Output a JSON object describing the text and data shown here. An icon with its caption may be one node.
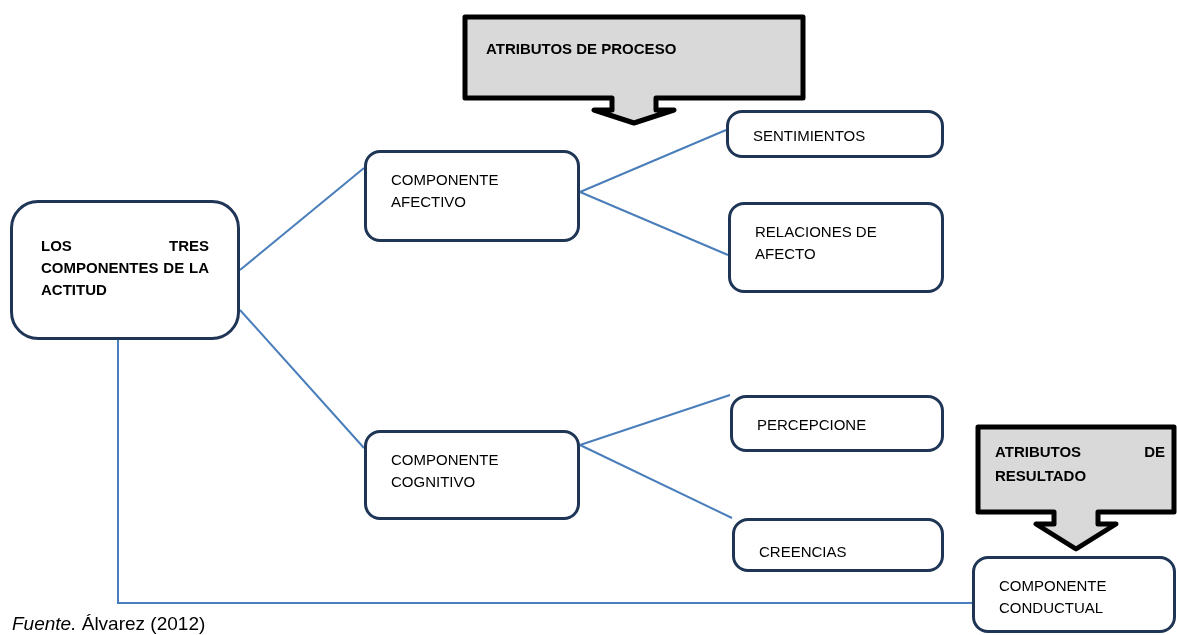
{
  "diagram": {
    "caption": "*Fuente.* Álvarez (2012)",
    "nodes": [
      {
        "text": [
          "LOS TRES COMPONENTES DE LA ACTITUD"
        ]
      },
      {
        "text": [
          "COMPONENTE AFECTIVO"
        ]
      },
      {
        "text": [
          "SENTIMIENTOS"
        ]
      },
      {
        "text": [
          "RELACIONES DE AFECTO"
        ]
      },
      {
        "text": [
          "COMPONENTE COGNITIVO"
        ]
      },
      {
        "text": [
          "PERCEPCIONE"
        ]
      },
      {
        "text": [
          "CREENCIAS"
        ]
      },
      {
        "text": [
          "COMPONENTE CONDUCTUAL"
        ]
      },
      {
        "text": [
          "ATRIBUTOS DE PROCESO"
        ]
      },
      {
        "text": [
          "ATRIBUTOS DE RESULTADO"
        ]
      }
    ],
    "edges": [
      {
        "from": 0,
        "to": 1,
        "arrow": "none"
      },
      {
        "from": 0,
        "to": 4,
        "arrow": "none"
      },
      {
        "from": 0,
        "to": 7,
        "arrow": "none"
      },
      {
        "from": 1,
        "to": 2,
        "arrow": "none"
      },
      {
        "from": 1,
        "to": 3,
        "arrow": "none"
      },
      {
        "from": 4,
        "to": 5,
        "arrow": "none"
      },
      {
        "from": 4,
        "to": 6,
        "arrow": "none"
      }
    ]
  }
}
